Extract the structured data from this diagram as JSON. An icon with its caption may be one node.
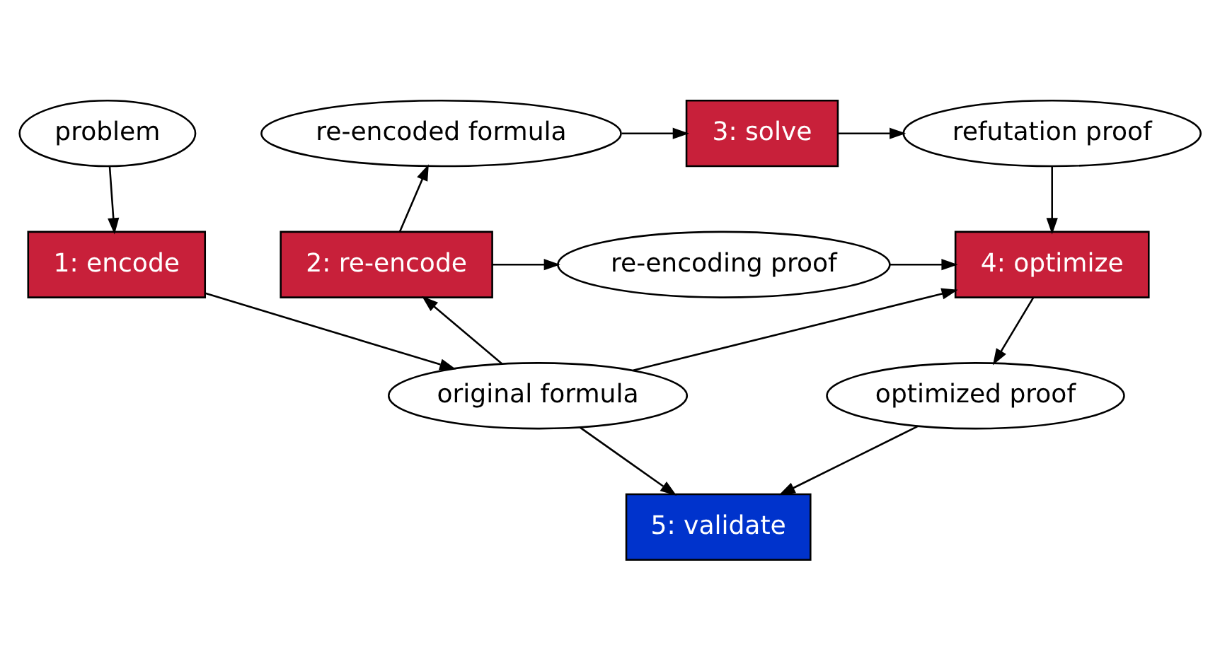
{
  "diagram": {
    "nodes": [
      {
        "text": [
          "problem"
        ]
      },
      {
        "text": [
          "re-encoded formula"
        ]
      },
      {
        "text": [
          "3: solve"
        ]
      },
      {
        "text": [
          "refutation proof"
        ]
      },
      {
        "text": [
          "1: encode"
        ]
      },
      {
        "text": [
          "2: re-encode"
        ]
      },
      {
        "text": [
          "re-encoding proof"
        ]
      },
      {
        "text": [
          "4: optimize"
        ]
      },
      {
        "text": [
          "original formula"
        ]
      },
      {
        "text": [
          "optimized proof"
        ]
      },
      {
        "text": [
          "5: validate"
        ]
      }
    ],
    "edges": [
      {
        "from": 0,
        "to": 4,
        "arrow": "to"
      },
      {
        "from": 4,
        "to": 8,
        "arrow": "to"
      },
      {
        "from": 8,
        "to": 5,
        "arrow": "to"
      },
      {
        "from": 5,
        "to": 1,
        "arrow": "to"
      },
      {
        "from": 1,
        "to": 2,
        "arrow": "to"
      },
      {
        "from": 2,
        "to": 3,
        "arrow": "to"
      },
      {
        "from": 3,
        "to": 7,
        "arrow": "to"
      },
      {
        "from": 5,
        "to": 6,
        "arrow": "to"
      },
      {
        "from": 6,
        "to": 7,
        "arrow": "to"
      },
      {
        "from": 8,
        "to": 7,
        "arrow": "to"
      },
      {
        "from": 7,
        "to": 9,
        "arrow": "to"
      },
      {
        "from": 8,
        "to": 10,
        "arrow": "to"
      },
      {
        "from": 9,
        "to": 10,
        "arrow": "to"
      }
    ]
  }
}
